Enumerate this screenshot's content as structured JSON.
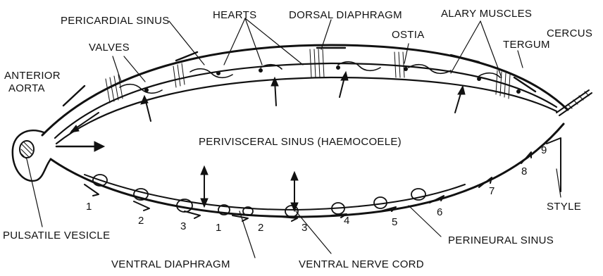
{
  "labels": {
    "pericardial_sinus": "PERICARDIAL SINUS",
    "hearts": "HEARTS",
    "dorsal_diaphragm": "DORSAL DIAPHRAGM",
    "alary_muscles": "ALARY MUSCLES",
    "valves": "VALVES",
    "ostia": "OSTIA",
    "cercus": "CERCUS",
    "tergum": "TERGUM",
    "anterior_aorta_line1": "ANTERIOR",
    "anterior_aorta_line2": "AORTA",
    "perivisceral_sinus": "PERIVISCERAL SINUS (HAEMOCOELE)",
    "style": "STYLE",
    "pulsatile_vesicle": "PULSATILE VESICLE",
    "perineural_sinus": "PERINEURAL SINUS",
    "ventral_diaphragm": "VENTRAL DIAPHRAGM",
    "ventral_nerve_cord": "VENTRAL NERVE CORD"
  },
  "numbers": {
    "thoracic": [
      "1",
      "2",
      "3"
    ],
    "abdominal": [
      "1",
      "2",
      "3",
      "4",
      "5",
      "6",
      "7",
      "8",
      "9"
    ]
  }
}
